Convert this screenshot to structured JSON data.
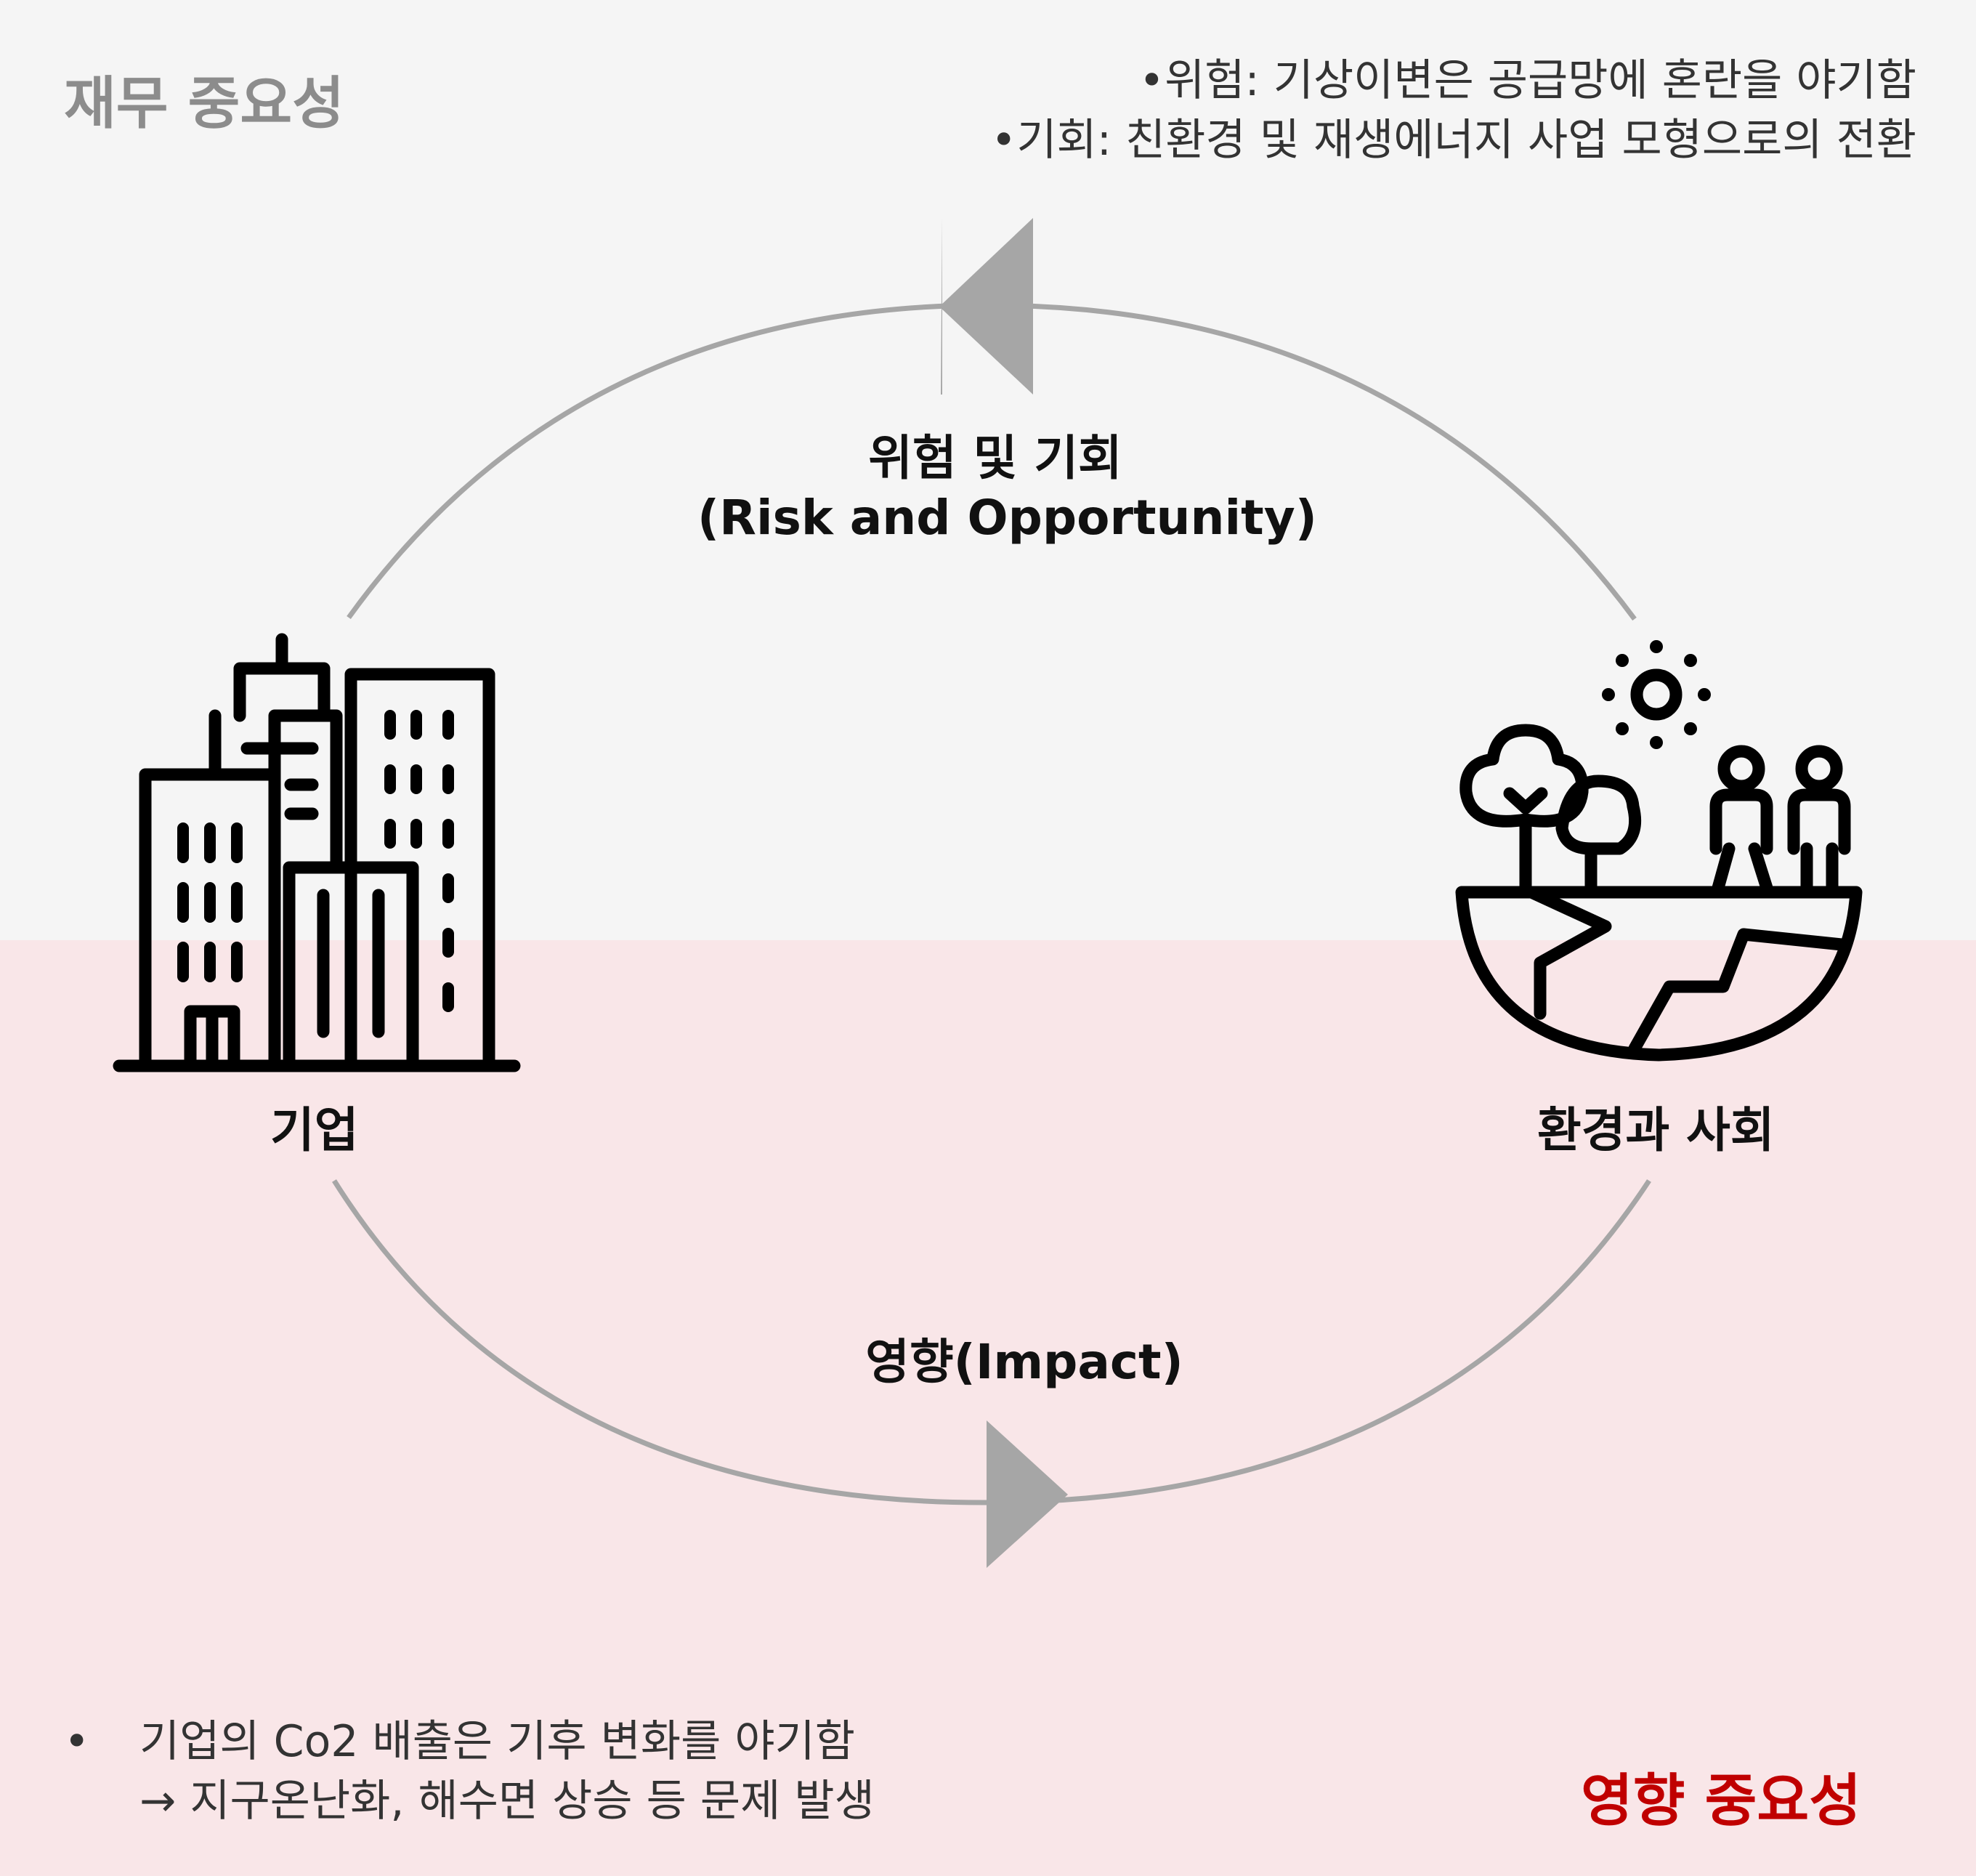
{
  "sections": {
    "financial": {
      "title": "재무 중요성",
      "color": "#8c8c8c"
    },
    "impact": {
      "title": "영향 중요성",
      "color": "#c00000"
    }
  },
  "top_bullets": [
    "위험: 기상이변은 공급망에 혼란을 야기함",
    "기회: 친환경 및 재생에너지 사업 모형으로의 전환"
  ],
  "bottom_bullet": {
    "line1": "기업의 Co2 배출은 기후 변화를 야기함",
    "line2": "→ 지구온난화, 해수면 상승 등 문제 발생"
  },
  "bullet_char": "•",
  "arcs": {
    "top": {
      "line1": "위험 및 기회",
      "line2": "(Risk and Opportunity)"
    },
    "bottom": {
      "label": "영향(Impact)"
    }
  },
  "nodes": {
    "company": {
      "label": "기업",
      "icon": "buildings-icon"
    },
    "env_society": {
      "label": "환경과 사회",
      "icon": "earth-people-trees-icon"
    }
  },
  "colors": {
    "arc": "#a6a6a6",
    "icon": "#000000",
    "top_bg": "#f5f5f5",
    "bottom_bg": "#f9e6e8"
  }
}
